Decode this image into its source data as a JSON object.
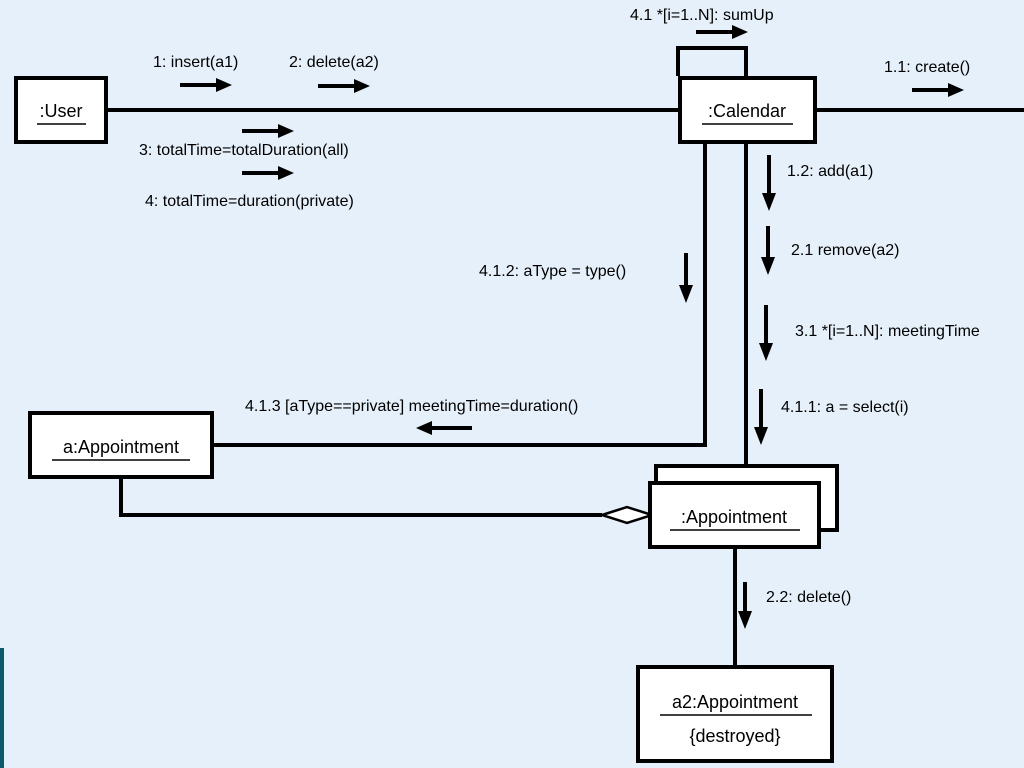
{
  "diagram": {
    "objects": {
      "user": ":User",
      "calendar": ":Calendar",
      "appointment_multi": ":Appointment",
      "a_appointment": "a:Appointment",
      "a2_appointment": "a2:Appointment",
      "a2_constraint": "{destroyed}"
    },
    "messages": {
      "m1": "1: insert(a1)",
      "m2": "2: delete(a2)",
      "m3": "3: totalTime=totalDuration(all)",
      "m4": "4: totalTime=duration(private)",
      "m4_1": "4.1 *[i=1..N]: sumUp",
      "m1_1": "1.1: create()",
      "m1_2": "1.2: add(a1)",
      "m2_1": "2.1 remove(a2)",
      "m3_1": "3.1 *[i=1..N]: meetingTime",
      "m4_1_1": "4.1.1: a = select(i)",
      "m4_1_2": "4.1.2: aType = type()",
      "m4_1_3": "4.1.3 [aType==private] meetingTime=duration()",
      "m2_2": "2.2: delete()"
    }
  }
}
